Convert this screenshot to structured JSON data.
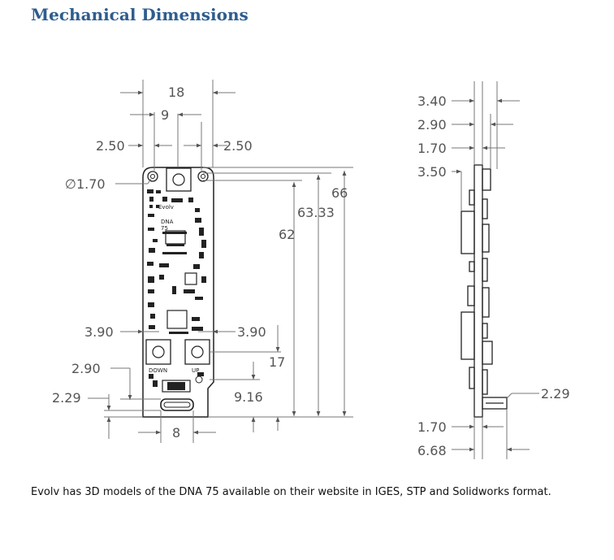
{
  "page": {
    "heading": "Mechanical Dimensions",
    "caption": "Evolv has 3D models of the DNA 75 available on their website in IGES, STP and Solidworks format."
  },
  "front_view": {
    "dims": {
      "width_18": "18",
      "width_9": "9",
      "offset_left": "2.50",
      "offset_right": "2.50",
      "hole_dia": "∅1.70",
      "height_66": "66",
      "height_6333": "63.33",
      "height_62": "62",
      "button_left": "3.90",
      "button_right": "3.90",
      "height_17": "17",
      "dim_290": "2.90",
      "dim_229": "2.29",
      "height_916": "9.16",
      "width_8": "8"
    },
    "board_labels": {
      "evolv": "Evolv",
      "dna": "DNA",
      "seventy_five": "75",
      "down": "DOWN",
      "up": "UP"
    }
  },
  "side_view": {
    "dims": {
      "d340": "3.40",
      "d290": "2.90",
      "d170_top": "1.70",
      "d350": "3.50",
      "d229": "2.29",
      "d170_bottom": "1.70",
      "d668": "6.68"
    }
  }
}
